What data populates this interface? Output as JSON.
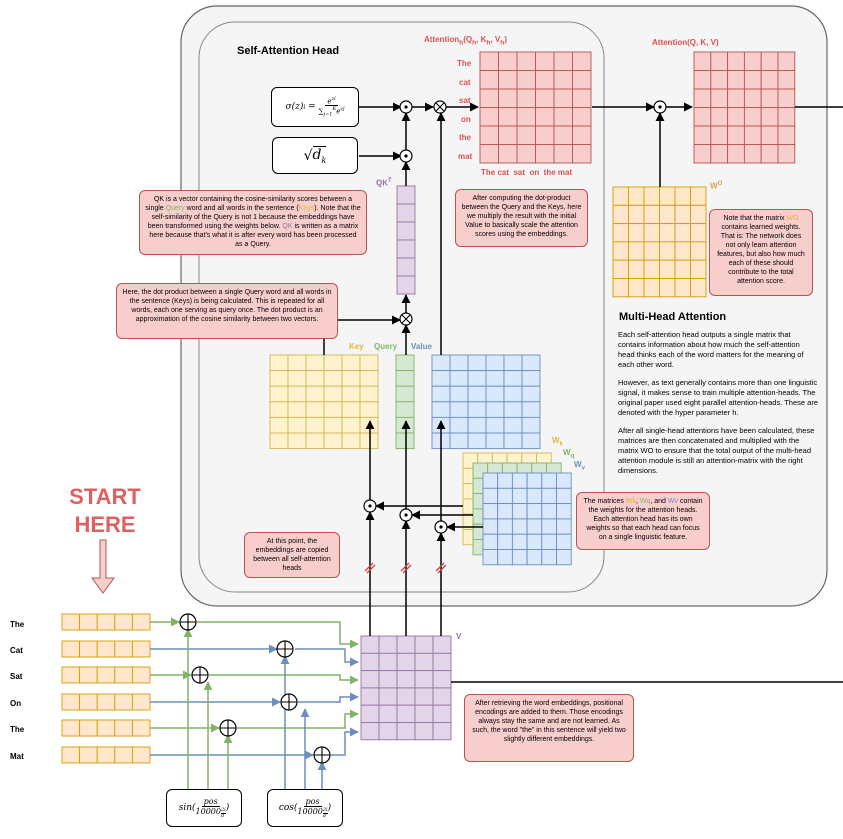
{
  "titles": {
    "self_attention_head": "Self-Attention Head",
    "multi_head_attention": "Multi-Head Attention",
    "start_line1": "START",
    "start_line2": "HERE"
  },
  "labels": {
    "attention_h": "Attention",
    "attention_h_sub": "h",
    "attention_h_args": "(Q",
    "attention_h_args2": ", K",
    "attention_h_args3": ", V",
    "attention_h_close": ")",
    "attention_main": "Attention(Q, K, V)",
    "qkt": "QK",
    "qkt_sup": "T",
    "key": "Key",
    "query": "Query",
    "value": "Value",
    "wo": "W",
    "wo_sup": "O",
    "wk": "W",
    "wk_sub": "k",
    "wq": "W",
    "wq_sub": "q",
    "wv": "W",
    "wv_sub": "v",
    "v": "V"
  },
  "formulas": {
    "softmax_lhs": "σ(z)",
    "softmax_i": "i",
    "softmax_eq": " = ",
    "softmax_num": "e",
    "softmax_num_sup": "zi",
    "softmax_den": "∑",
    "softmax_den_range": "K",
    "softmax_den_start": "j=1",
    "softmax_den_e": "e",
    "softmax_den_sup": "zj",
    "sqrt_dk": "√",
    "dk": "d",
    "dk_sub": "k",
    "sin": "sin(",
    "cos": "cos(",
    "pos": "pos",
    "base": "10000",
    "exp_num": "2i",
    "exp_den": "d",
    "close": ")"
  },
  "attention_row_words": [
    "The",
    "cat",
    "sat",
    "on",
    "the",
    "mat"
  ],
  "attention_col_words": "The cat  sat  on  the mat",
  "input_words": [
    "The",
    "Cat",
    "Sat",
    "On",
    "The",
    "Mat"
  ],
  "notes": {
    "qk": {
      "p1": "QK is a vector containing the cosine-similarity scores between a single ",
      "query_word": "Query",
      "p2": " word and all words in the sentence (",
      "keys_word": "Keys",
      "p3": "). Note that the self-similarity of the Query is not 1 because the embeddings have been transformed using the weights below. ",
      "qk_word": "QK",
      "p4": " is written as a matrix here because that's what it is after every word has been processed as a Query."
    },
    "dot_product": "Here, the dot product between a single Query word and all words in the sentence (Keys) is being calculated. This is repeated for all words, each one serving as query once. The dot product is an approximation of the cosine similarity between two vectors.",
    "scale": "After computing the dot-product between the Query and the Keys, here we multiply the result with the initial Value to basically scale the attention scores using the embeddings.",
    "wo": {
      "p1": "Note that the matrix ",
      "wo_word": "WO",
      "p2": " contains learned weights. That is: The network does not only learn attention features, but also how much each of these should contribute to the total attention score."
    },
    "copied": "At this point, the embeddings are copied between all self-attention heads",
    "matrices": {
      "p1": "The matrices ",
      "wk": "Wk",
      "c1": ", ",
      "wq": "Wq",
      "c2": ", and ",
      "wv": "Wv",
      "p2": " contain the weights for the attention heads. Each attention head has its own weights so that each head can focus on a single linguistic feature."
    },
    "positional": "After retrieving the word embeddings, positional encodings are added to them. Those encodings always stay the same and are not learned. As such, the word \"the\" in this sentence will yield two slightly different embeddings."
  },
  "multi_head_text": [
    "Each self-attention head outputs a single matrix that contains information about how much the self-attention head thinks each of the word matters for the meaning of each other word.",
    "However, as text generally contains more than one linguistic signal, it makes sense to train multiple attention-heads. The original paper used eight parallel attention-heads. These are denoted with the hyper parameter h.",
    "After all single-head attentions have been calculated, these matrices are then concatenated and multiplied with the matrix WO to ensure that the total output of the multi-head attention module is still an attention-matrix with the right dimensions."
  ],
  "colors": {
    "red_fill": "#f8cecc",
    "red_stroke": "#b85450",
    "purple_fill": "#e1d5e7",
    "purple_stroke": "#9673a6",
    "yellow_fill": "#fff2cc",
    "yellow_stroke": "#d6b656",
    "orange_fill": "#ffe6cc",
    "orange_stroke": "#d79b00",
    "green_fill": "#d5e8d4",
    "green_stroke": "#82b366",
    "blue_fill": "#dae8fc",
    "blue_stroke": "#6c8ebf",
    "panel_fill": "#f5f5f5",
    "panel_stroke": "#666666",
    "text_red": "#e05050"
  }
}
